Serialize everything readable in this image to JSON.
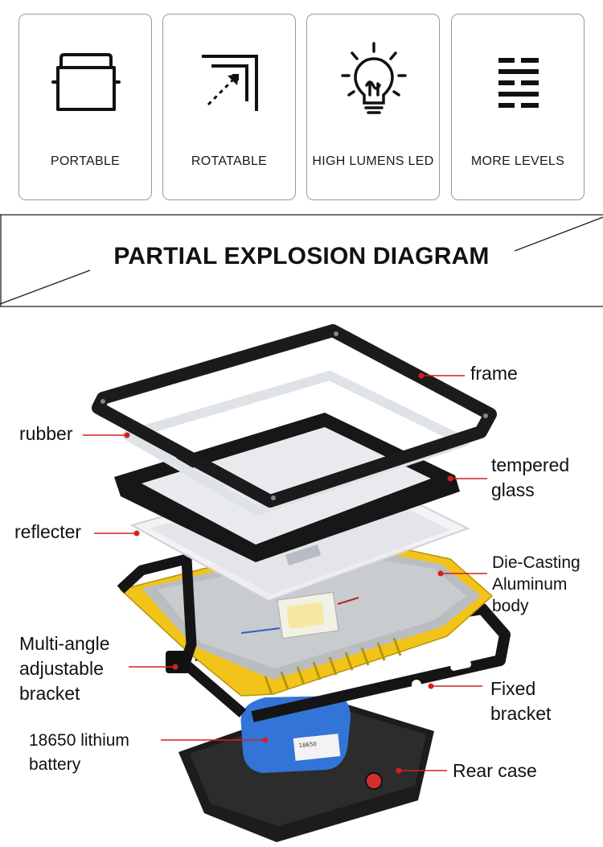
{
  "features": [
    {
      "label": "PORTABLE",
      "icon": "handle-icon"
    },
    {
      "label": "ROTATABLE",
      "icon": "rotate-arrow-icon"
    },
    {
      "label": "HIGH LUMENS LED",
      "icon": "light-bulb-icon"
    },
    {
      "label": "MORE LEVELS",
      "icon": "levels-icon"
    }
  ],
  "banner": {
    "title": "PARTIAL EXPLOSION DIAGRAM"
  },
  "diagram": {
    "callouts": {
      "frame": "frame",
      "rubber": "rubber",
      "tempered_glass": "tempered\nglass",
      "reflecter": "reflecter",
      "die_casting": "Die-Casting\nAluminum\nbody",
      "multi_angle": "Multi-angle\nadjustable\nbracket",
      "fixed_bracket": "Fixed\nbracket",
      "battery": "18650 lithium\nbattery",
      "rear_case": "Rear case"
    },
    "battery_label": "18650",
    "colors": {
      "accent": "#d42020",
      "body": "#f2c419",
      "frame": "#1a1a1a",
      "battery": "#2f6bd1"
    }
  }
}
